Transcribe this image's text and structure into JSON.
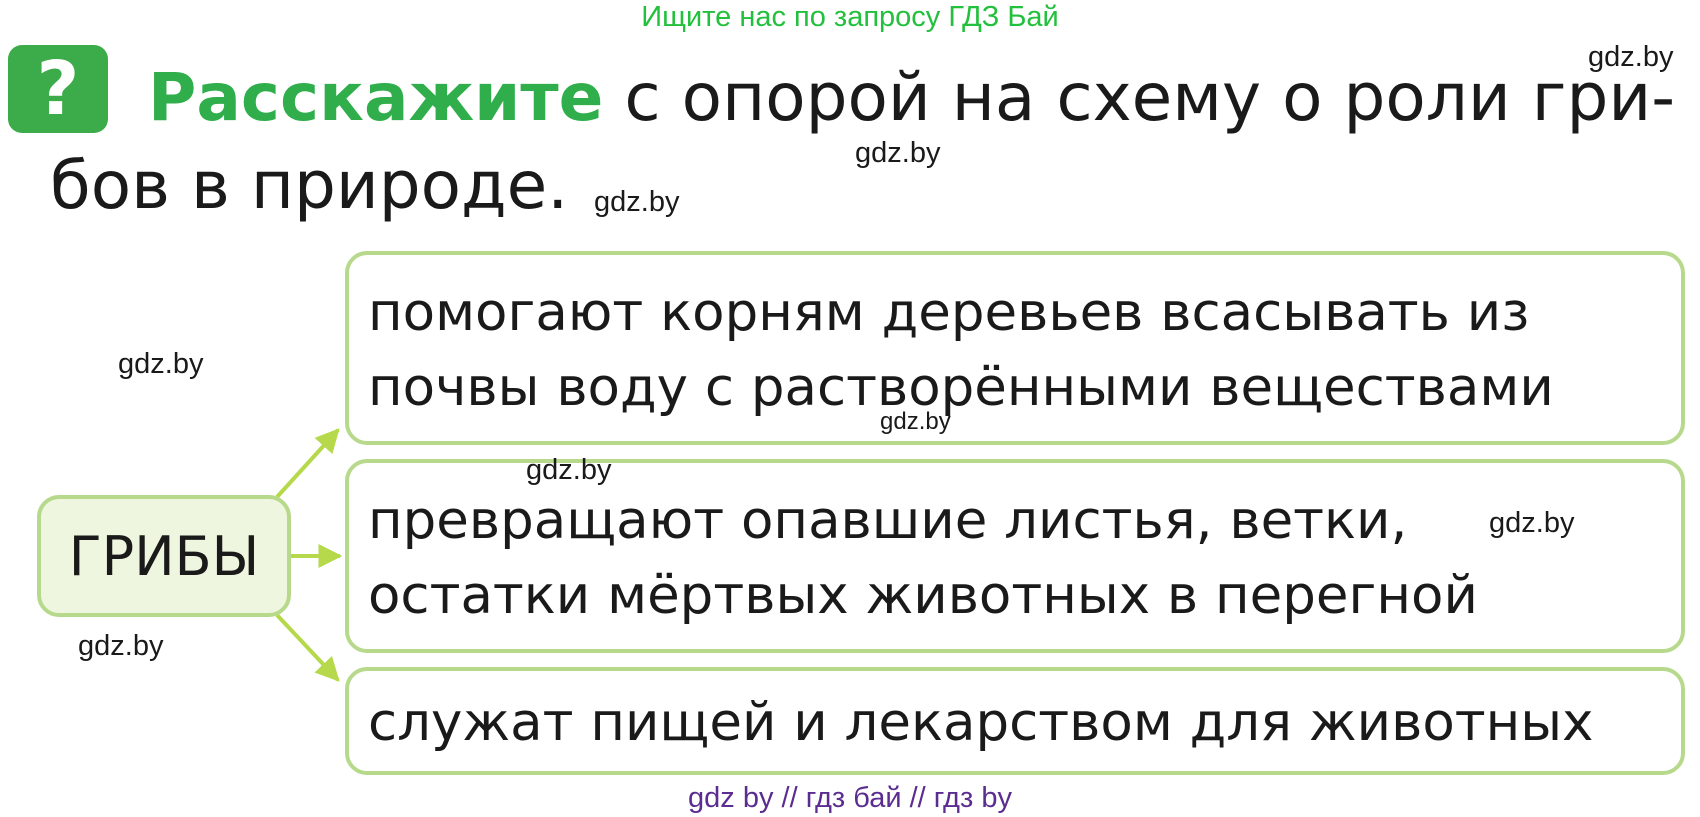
{
  "banner": "Ищите нас по запросу ГДЗ Бай",
  "watermarks": [
    "gdz.by",
    "gdz.by",
    "gdz.by",
    "gdz.by",
    "gdz.by",
    "gdz.by",
    "gdz.by",
    "gdz.by"
  ],
  "task": {
    "icon": "?",
    "key_word": "Расскажите",
    "line1_rest": " с опорой на схему о роли гри-",
    "line2": "бов в природе."
  },
  "diagram": {
    "root": "ГРИБЫ",
    "facts": [
      "помогают корням деревьев всасывать из\nпочвы воду с растворёнными веществами",
      "превращают опавшие листья, ветки,\nостатки мёртвых животных в перегной",
      "служат пищей и лекарством для животных"
    ],
    "colors": {
      "box_border": "#b7d98b",
      "root_fill": "#eef6df",
      "arrow": "#b5d94a"
    }
  },
  "footer": "gdz by  //  гдз бай  //  гдз by"
}
